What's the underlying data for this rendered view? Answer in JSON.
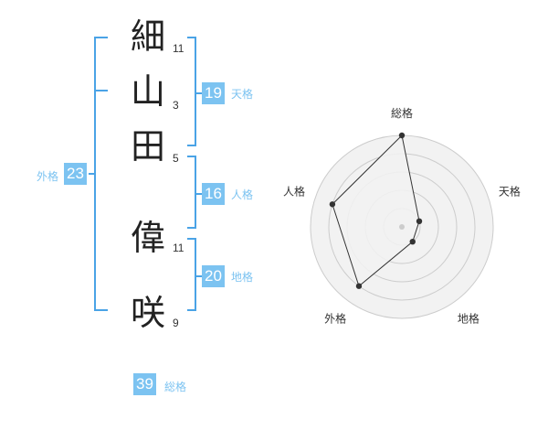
{
  "name": {
    "characters": [
      {
        "char": "細",
        "strokes": "11"
      },
      {
        "char": "山",
        "strokes": "3"
      },
      {
        "char": "田",
        "strokes": "5"
      },
      {
        "char": "偉",
        "strokes": "11"
      },
      {
        "char": "咲",
        "strokes": "9"
      }
    ]
  },
  "fortune": {
    "tenkaku": {
      "value": "19",
      "label": "天格"
    },
    "jinkaku": {
      "value": "16",
      "label": "人格"
    },
    "chikaku": {
      "value": "20",
      "label": "地格"
    },
    "gaikaku": {
      "value": "23",
      "label": "外格"
    },
    "soukaku": {
      "value": "39",
      "label": "総格"
    }
  },
  "colors": {
    "accent": "#7cc3f1",
    "bracket": "#4aa3e6",
    "radar_fill": "#f2f2f2",
    "radar_grid": "#cccccc",
    "radar_line": "#333333"
  },
  "chart_data": {
    "type": "radar",
    "axes": [
      "総格",
      "天格",
      "地格",
      "外格",
      "人格"
    ],
    "values": [
      5,
      1,
      1,
      4,
      4
    ],
    "rmax": 5,
    "rings": 5
  }
}
